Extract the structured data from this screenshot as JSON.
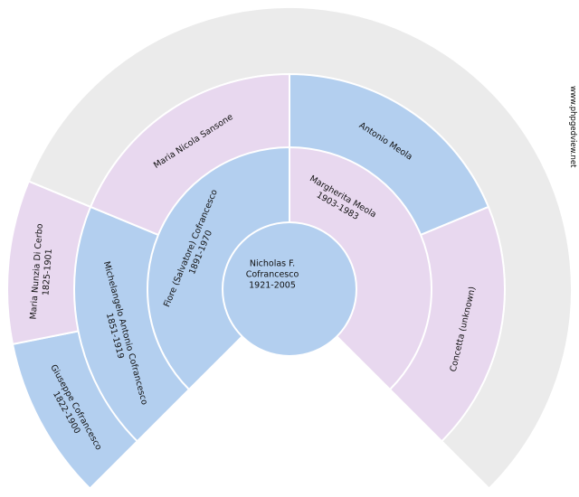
{
  "colors": {
    "male": "#b3cfef",
    "female": "#e8d8ef",
    "empty": "#ebebeb"
  },
  "center": {
    "line1": "Nicholas F.",
    "line2": "Cofrancesco",
    "line3": "1921-2005"
  },
  "people": [
    {
      "id": "father",
      "sex": "male",
      "name": "Fiore (Salvatore) Cofrancesco",
      "years": "1891-1970"
    },
    {
      "id": "mother",
      "sex": "female",
      "name": "Margherita Meola",
      "years": "1903-1983"
    },
    {
      "id": "pgf",
      "sex": "male",
      "name": "Michelangelo Antonio Cofrancesco",
      "years": "1851-1919"
    },
    {
      "id": "pgm",
      "sex": "female",
      "name": "Maria Nicola Sansone",
      "years": ""
    },
    {
      "id": "mgf",
      "sex": "male",
      "name": "Antonio Meola",
      "years": ""
    },
    {
      "id": "mgm",
      "sex": "female",
      "name": "Concetta (unknown)",
      "years": ""
    },
    {
      "id": "ggf",
      "sex": "male",
      "name": "Giuseppe Cofrancesco",
      "years": "1822-1900"
    },
    {
      "id": "ggm",
      "sex": "female",
      "name": "Maria Nunzia Di Cerbo",
      "years": "1825-1901"
    }
  ],
  "watermark": "www.phpgedview.net"
}
